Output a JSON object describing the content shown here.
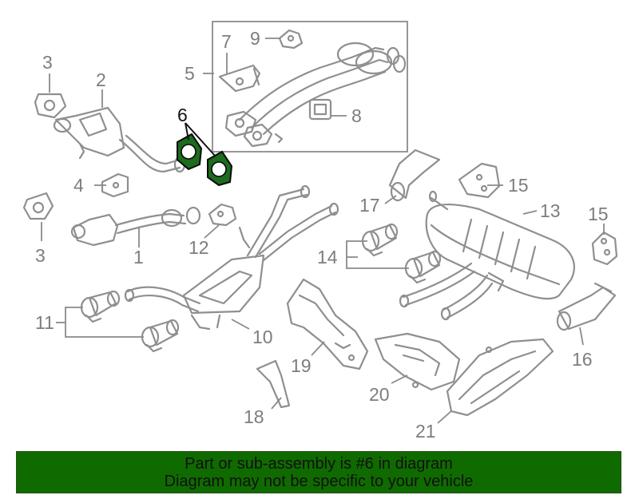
{
  "diagram": {
    "callouts": {
      "c1": "1",
      "c2": "2",
      "c3a": "3",
      "c3b": "3",
      "c4": "4",
      "c5": "5",
      "c6": "6",
      "c7": "7",
      "c8": "8",
      "c9": "9",
      "c10": "10",
      "c11": "11",
      "c12": "12",
      "c13": "13",
      "c14": "14",
      "c15a": "15",
      "c15b": "15",
      "c16": "16",
      "c17": "17",
      "c18": "18",
      "c19": "19",
      "c20": "20",
      "c21": "21"
    },
    "highlight_color": "#1d6b1d",
    "line_color": "#8f8f8f"
  },
  "banner": {
    "line1": "Part or sub-assembly is #6 in diagram",
    "line2": "Diagram may not be specific to your vehicle",
    "background": "#0f6b00"
  }
}
